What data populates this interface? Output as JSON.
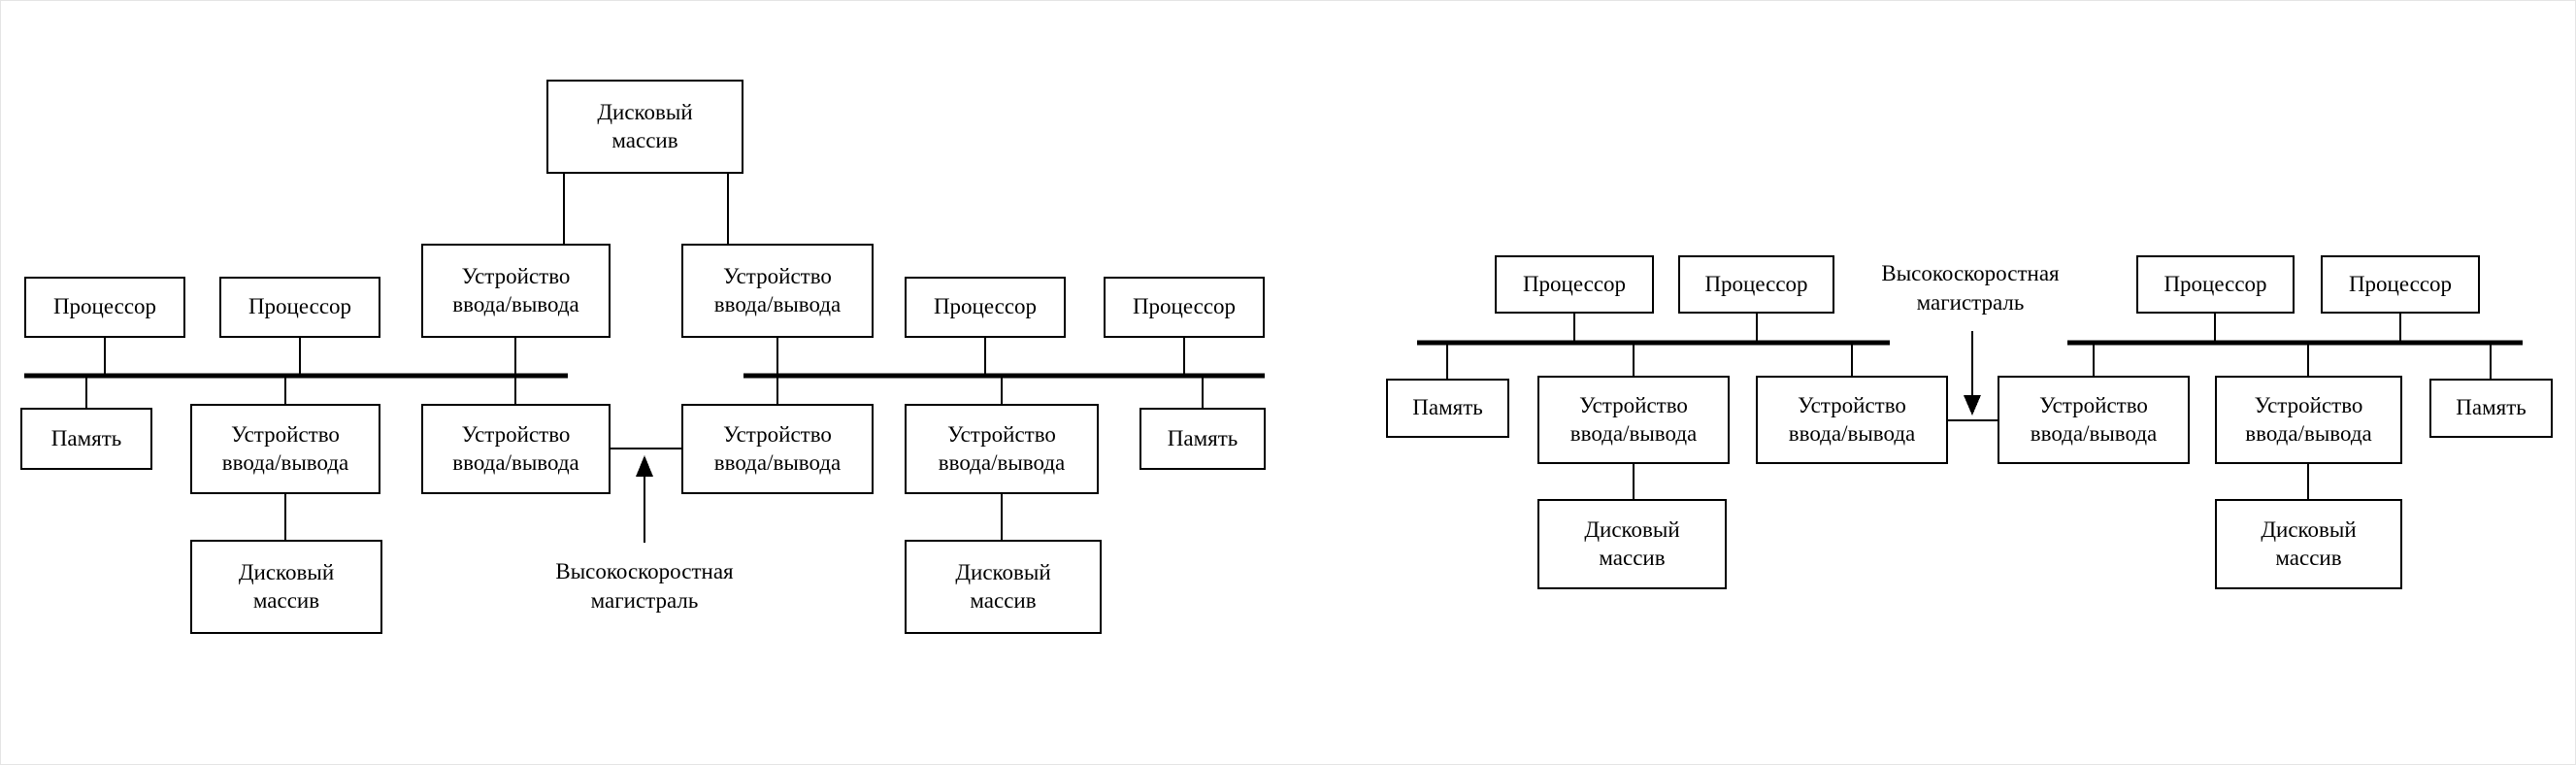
{
  "figure": {
    "background": "#ffffff",
    "line_color": "#000000",
    "text_color": "#000000"
  },
  "labels": {
    "processor": "Процессор",
    "memory": "Память",
    "io_device": "Устройство\nввода/вывода",
    "disk_array": "Дисковый\nмассив",
    "high_speed_bus": "Высокоскоростная\nмагистраль"
  },
  "diagrams": [
    {
      "id": "left",
      "processor_count": 4,
      "memory_count": 2,
      "io_device_count": 6,
      "disk_array_count": 3,
      "bus_label": "Высокоскоростная\nмагистраль"
    },
    {
      "id": "right",
      "processor_count": 4,
      "memory_count": 2,
      "io_device_count": 4,
      "disk_array_count": 2,
      "bus_label": "Высокоскоростная\nмагистраль"
    }
  ]
}
